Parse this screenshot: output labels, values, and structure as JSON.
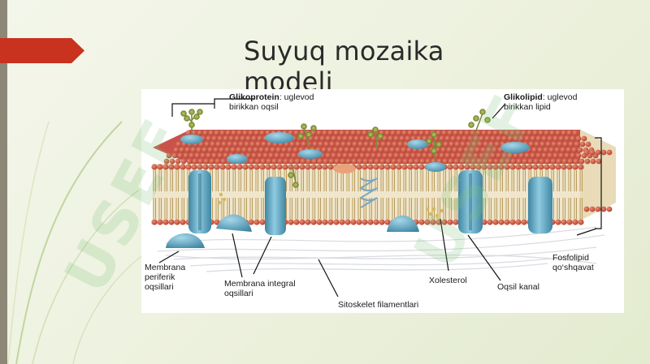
{
  "slide": {
    "title": "Suyuq mozaika modeli"
  },
  "diagram": {
    "labels": {
      "glycoprotein_term": "Glikoprotein",
      "glycoprotein_desc_1": ": uglevod",
      "glycoprotein_desc_2": "birikkan oqsil",
      "glycolipid_term": "Glikolipid",
      "glycolipid_desc_1": ": uglevod",
      "glycolipid_desc_2": "birikkan lipid",
      "peripheral_1": "Membrana",
      "peripheral_2": "periferik",
      "peripheral_3": "oqsillari",
      "integral_1": "Membrana integral",
      "integral_2": "oqsillari",
      "cytoskeleton": "Sitoskelet filamentlari",
      "cholesterol": "Xolesterol",
      "channel": "Oqsil kanal",
      "bilayer_1": "Fosfolipid",
      "bilayer_2": "qo‘shqavat"
    },
    "colors": {
      "lipid_head": "#c44a3c",
      "lipid_head_hi": "#e07a62",
      "lipid_tail": "#b79a5a",
      "protein": "#5fa9c6",
      "protein_dark": "#3f86a3",
      "carbohydrate": "#9aa84a",
      "cholesterol": "#d8b85a"
    },
    "watermark_text": "USEF"
  }
}
